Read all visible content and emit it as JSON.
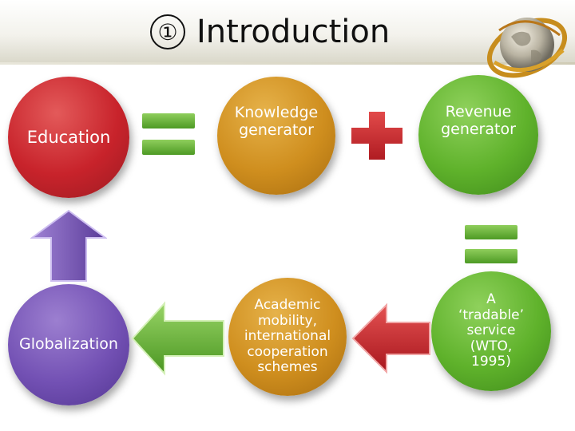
{
  "slide": {
    "title_number": "①",
    "title": "Introduction"
  },
  "nodes": {
    "education": "Education",
    "knowledge": [
      "Knowledge",
      "generator"
    ],
    "revenue": [
      "Revenue",
      "generator"
    ],
    "globalization": "Globalization",
    "academic": [
      "Academic",
      "mobility,",
      "international",
      "cooperation",
      "schemes"
    ],
    "tradable": [
      "A",
      "‘tradable’",
      "service",
      "(WTO,",
      "1995)"
    ]
  },
  "colors": {
    "red": "#c8232b",
    "gold": "#cf8e1e",
    "green": "#5fb22b",
    "purple": "#7351b4"
  }
}
